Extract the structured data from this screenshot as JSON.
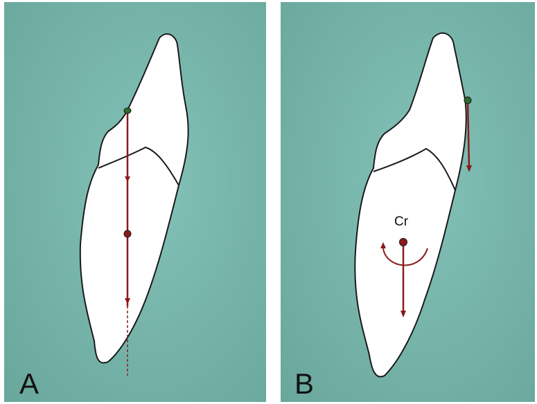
{
  "colors": {
    "background": "#78b8ae",
    "background_shadow": "#5f9f94",
    "tooth": "#ffffff",
    "tooth_outline": "#1a1a1a",
    "force_line": "#8b1a1a",
    "contact_point": "#2e6b2e",
    "center_point": "#8b1a1a"
  },
  "panels": [
    {
      "letter": "A"
    },
    {
      "letter": "B",
      "center_label": "Cr"
    }
  ]
}
